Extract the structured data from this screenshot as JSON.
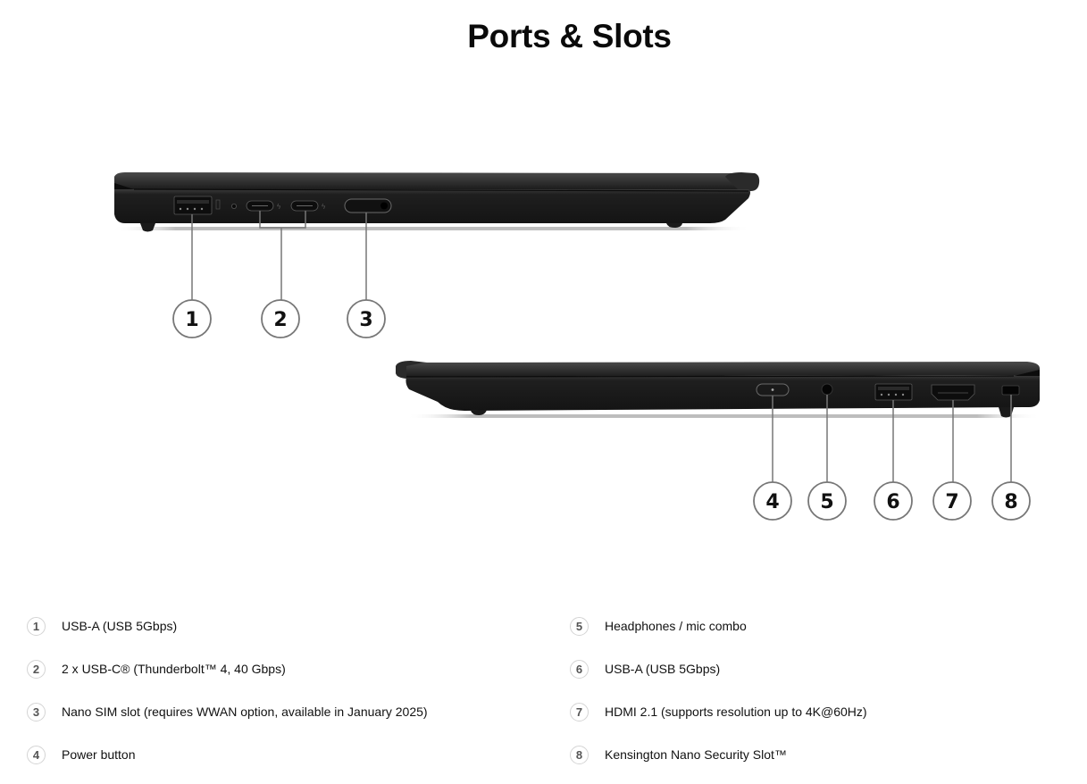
{
  "page": {
    "title": "Ports & Slots"
  },
  "diagram": {
    "left_side_view": {
      "description": "laptop-left-side",
      "callouts": [
        "1",
        "2",
        "3"
      ]
    },
    "right_side_view": {
      "description": "laptop-right-side",
      "callouts": [
        "4",
        "5",
        "6",
        "7",
        "8"
      ]
    }
  },
  "specs": {
    "left_column": [
      {
        "number": "1",
        "label": "USB-A (USB 5Gbps)"
      },
      {
        "number": "2",
        "label": "2 x USB-C® (Thunderbolt™ 4, 40 Gbps)"
      },
      {
        "number": "3",
        "label": "Nano SIM slot (requires WWAN option, available in January 2025)"
      },
      {
        "number": "4",
        "label": "Power button"
      }
    ],
    "right_column": [
      {
        "number": "5",
        "label": "Headphones / mic combo"
      },
      {
        "number": "6",
        "label": "USB-A (USB 5Gbps)"
      },
      {
        "number": "7",
        "label": "HDMI 2.1 (supports resolution up to 4K@60Hz)"
      },
      {
        "number": "8",
        "label": "Kensington Nano Security Slot™"
      }
    ]
  }
}
